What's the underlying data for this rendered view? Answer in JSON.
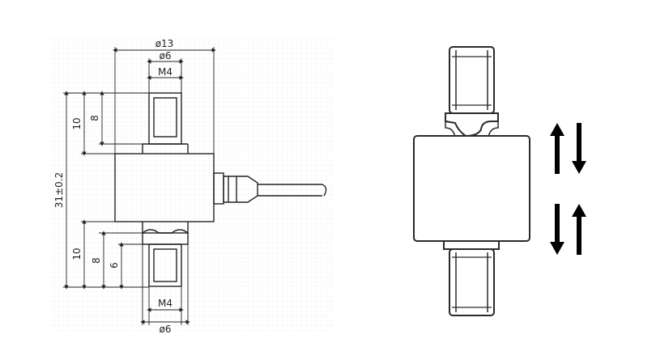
{
  "drawing": {
    "labels": {
      "d_body": "ø13",
      "d_neck_top": "ø6",
      "thread_top": "M4",
      "thread_bottom": "M4",
      "d_neck_bottom": "ø6",
      "height_total": "31±0.2",
      "top_10": "10",
      "top_8": "8",
      "bot_10": "10",
      "bot_8": "8",
      "bot_6": "6"
    },
    "colors": {
      "line": "#222222",
      "grid_bg": "#f7f7f7",
      "grid_line": "#e6e6e6"
    }
  },
  "illustration": {
    "icons": [
      "arrow-up-down-icon",
      "arrow-down-up-icon"
    ],
    "colors": {
      "outline": "#2a2a2a",
      "fill": "#ffffff",
      "arrow": "#000000"
    }
  }
}
